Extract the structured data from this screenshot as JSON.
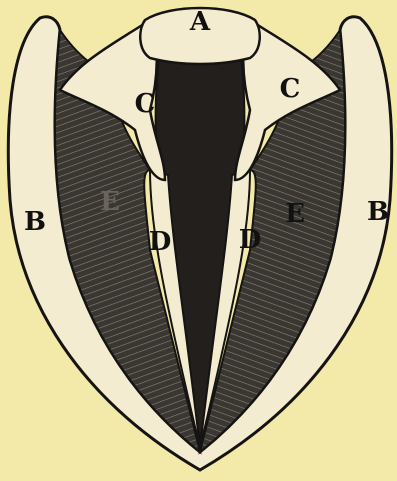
{
  "figure": {
    "labels": {
      "a": "A",
      "b_left": "B",
      "b_right": "B",
      "c_left": "C",
      "c_right": "C",
      "d_left": "D",
      "d_right": "D",
      "e": "E",
      "e_left_faint": "E"
    },
    "colors": {
      "paper": "#f3e9a8",
      "ink": "#151412",
      "shade": "#2b2925",
      "cartilage": "#f4ecd0"
    }
  }
}
